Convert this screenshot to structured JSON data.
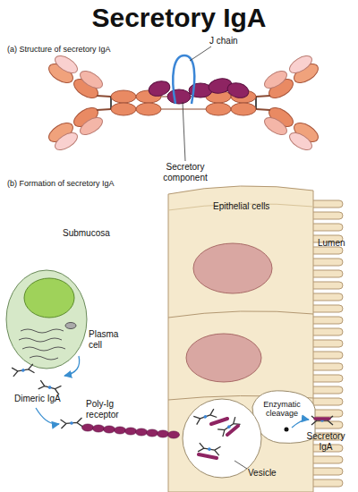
{
  "diagram": {
    "title": "Secretory IgA",
    "nodes": [
      {
        "text": [
          "Epithelial cells"
        ]
      },
      {
        "text": [
          "Plasma cell"
        ]
      },
      {
        "text": [
          "Vesicle"
        ],
        "in": 0
      }
    ],
    "labels": [
      "(a) Structure of secretory IgA",
      "J chain",
      "Secretory component",
      "(b) Formation of secretory IgA",
      "Submucosa",
      "Lumen",
      "Dimeric IgA",
      "Poly-Ig receptor",
      "Enzymatic cleavage",
      "Secretory IgA"
    ]
  }
}
